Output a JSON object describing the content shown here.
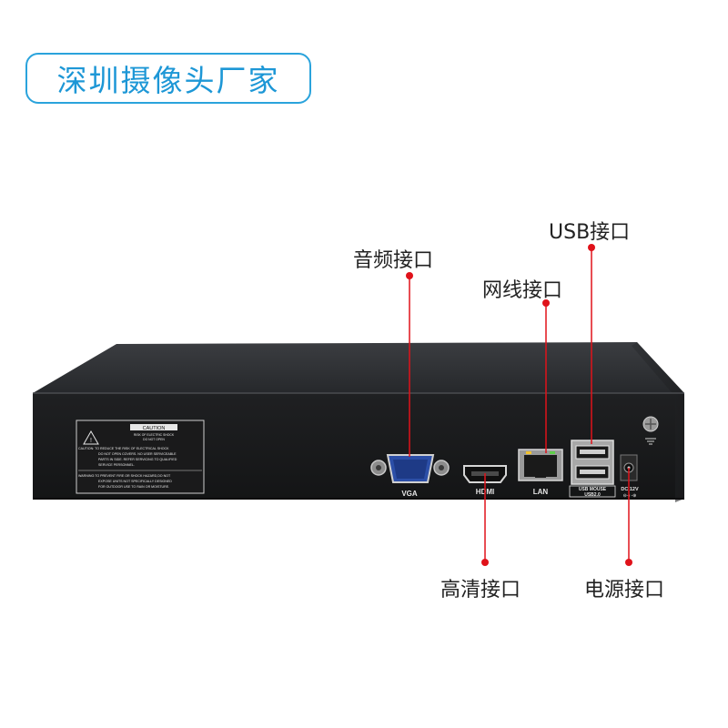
{
  "title": {
    "text": "深圳摄像头厂家",
    "border_color": "#2aa3dc",
    "text_color": "#1d97d6"
  },
  "callouts": {
    "audio": "音频接口",
    "network": "网线接口",
    "usb": "USB接口",
    "hd": "高清接口",
    "power": "电源接口"
  },
  "device": {
    "port_labels": {
      "vga": "VGA",
      "hdmi": "HDMI",
      "lan": "LAN",
      "usb_mouse": "USB MOUSE",
      "usb_ver": "USB2.0",
      "dc": "DC 12V"
    },
    "warning_label": {
      "caution": "CAUTION",
      "risk": "RISK OF ELECTRIC SHOCK",
      "do_not_open": "DO NOT OPEN",
      "line1": "CAUTION: TO REDUCE THE RISK OF ELECTRICAL SHOCK",
      "line2": "DO NOT OPEN COVERS. NO USER SERVICEABLE",
      "line3": "PARTS IN SIDE. REFER SERVICING TO QUALIFIED",
      "line4": "SERVICE PERSONNEL.",
      "line5": "WARNING:TO PREVENT FIRE OR SHOCK HAZARD,DO NOT",
      "line6": "EXPOSE UNITS NOT SPECIFICALLY DESIGNED",
      "line7": "FOR OUTDOOR USE TO RAIN OR MOISTURE."
    },
    "body_color": "#1a1b1d",
    "leader_color": "#e0121a"
  }
}
